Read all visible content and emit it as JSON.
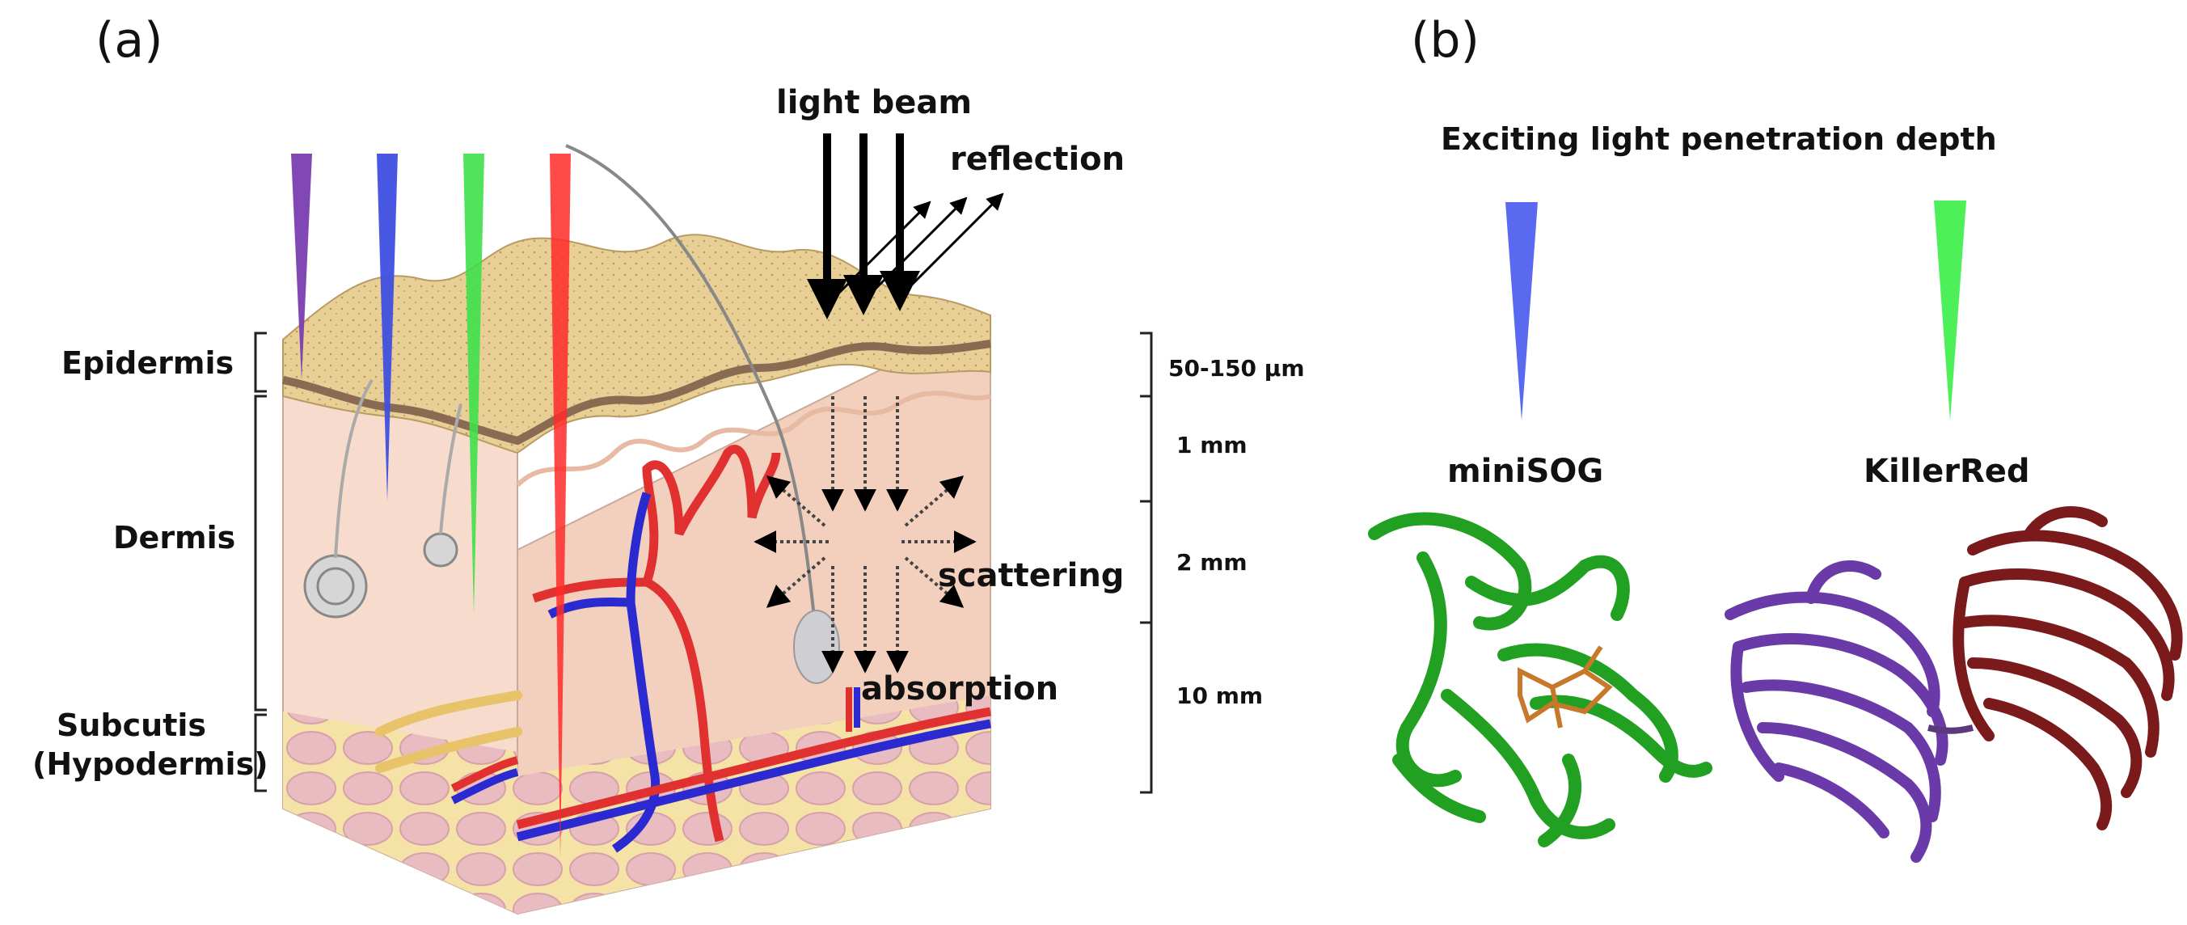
{
  "panels": {
    "a": "(a)",
    "b": "(b)"
  },
  "skin_layers": {
    "epidermis": "Epidermis",
    "dermis": "Dermis",
    "subcutis_1": "Subcutis",
    "subcutis_2": "(Hypodermis)"
  },
  "depth_scale": {
    "d1": "50-150 µm",
    "d2": "1 mm",
    "d3": "2 mm",
    "d4": "10 mm"
  },
  "optics": {
    "light_beam": "light beam",
    "reflection": "reflection",
    "scattering": "scattering",
    "absorption": "absorption"
  },
  "panel_b": {
    "title": "Exciting light penetration depth",
    "protein_1": "miniSOG",
    "protein_2": "KillerRed"
  },
  "colors": {
    "violet_beam": "#7a3db0",
    "blue_beam": "#3f4fe0",
    "green_beam": "#3fe04a",
    "red_beam": "#ff2a2a",
    "epidermis": "#e8cf95",
    "dermis": "#f7d7c4",
    "minisog": "#22a022",
    "killerred_purple": "#6a3aa8",
    "killerred_brown": "#7a1a1a"
  }
}
